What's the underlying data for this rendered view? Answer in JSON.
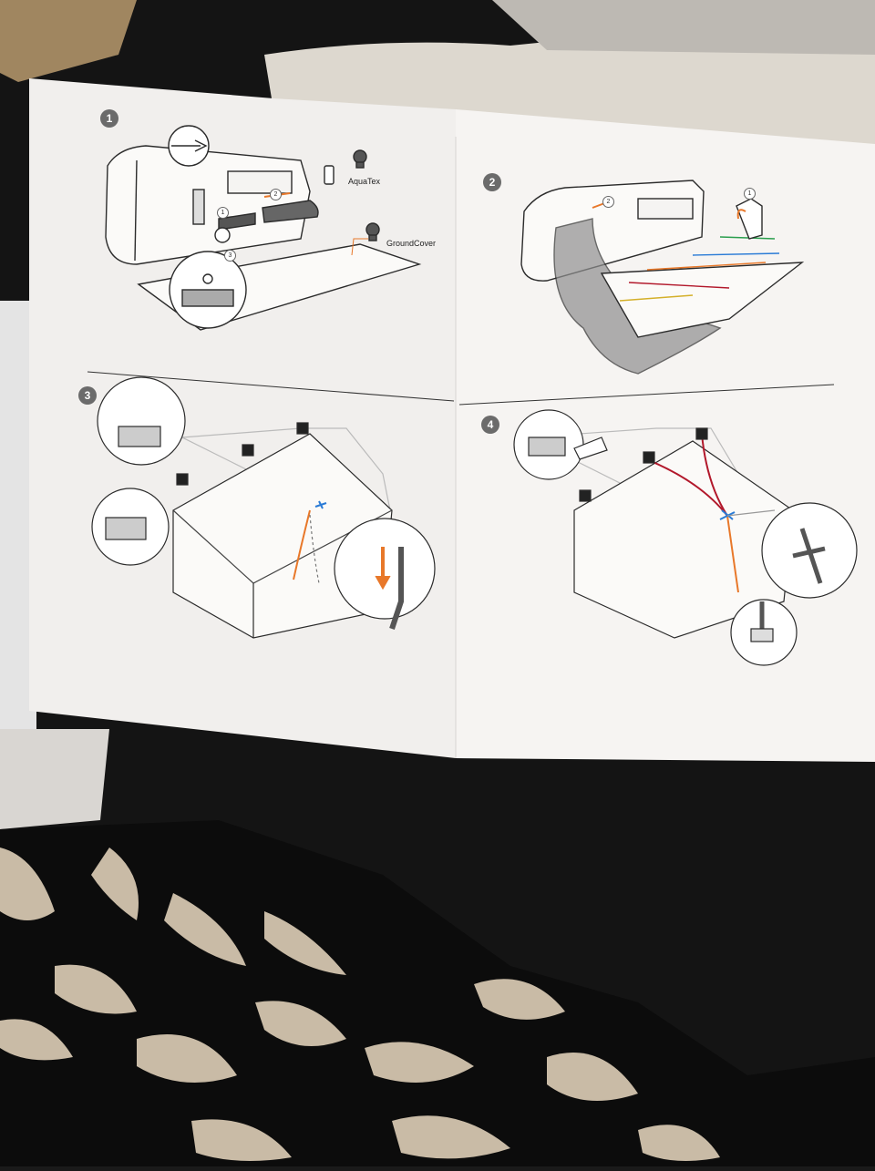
{
  "steps": [
    {
      "number": "1",
      "labels": [
        "AquaTex",
        "GroundCover"
      ],
      "callouts": [
        "1",
        "2",
        "3"
      ]
    },
    {
      "number": "2",
      "callouts": [
        "1",
        "2"
      ]
    },
    {
      "number": "3"
    },
    {
      "number": "4"
    }
  ],
  "colors": {
    "paper": "#f4f2f0",
    "line": "#2b2b2b",
    "accent_orange": "#e8782a",
    "accent_blue": "#2a7bd6",
    "accent_red": "#b2182b",
    "badge": "#6b6b6b",
    "background_dark": "#141414",
    "cloth_light": "#e6e2da",
    "cloth_pattern": "#c9bba6"
  },
  "icons": [
    "screw-icon",
    "bulb-icon",
    "bottle-icon",
    "clip-icon",
    "pole-icon",
    "arrow-icon"
  ]
}
